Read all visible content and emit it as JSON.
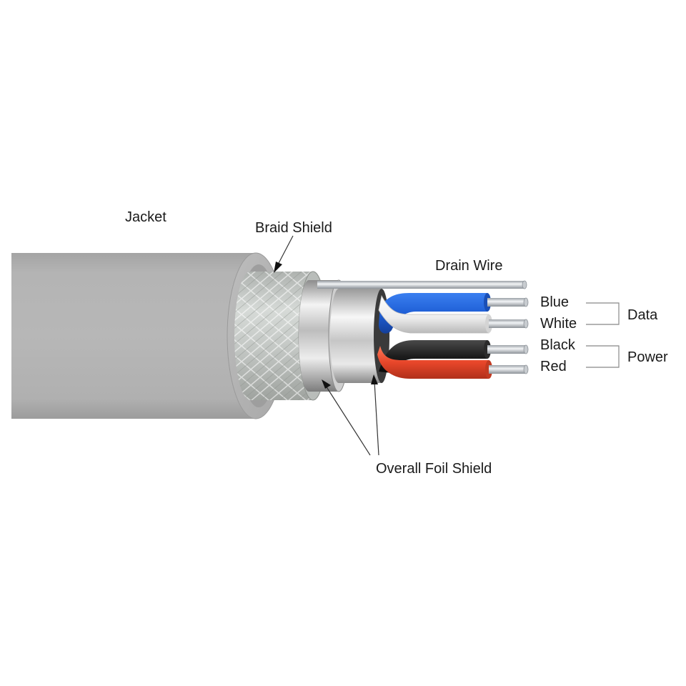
{
  "labels": {
    "jacket": "Jacket",
    "braid_shield": "Braid Shield",
    "drain_wire": "Drain Wire",
    "blue": "Blue",
    "white": "White",
    "black": "Black",
    "red": "Red",
    "data": "Data",
    "power": "Power",
    "overall_foil_shield": "Overall Foil Shield"
  },
  "colors": {
    "jacket": "#b3b3b3",
    "braid": "#c9ccc9",
    "foil": "#d9d9d9",
    "blue_wire": "#1f5fd6",
    "white_wire": "#eeeeee",
    "black_wire": "#1c1c1c",
    "red_wire": "#e8472a",
    "conductor": "#c8ccd0"
  }
}
